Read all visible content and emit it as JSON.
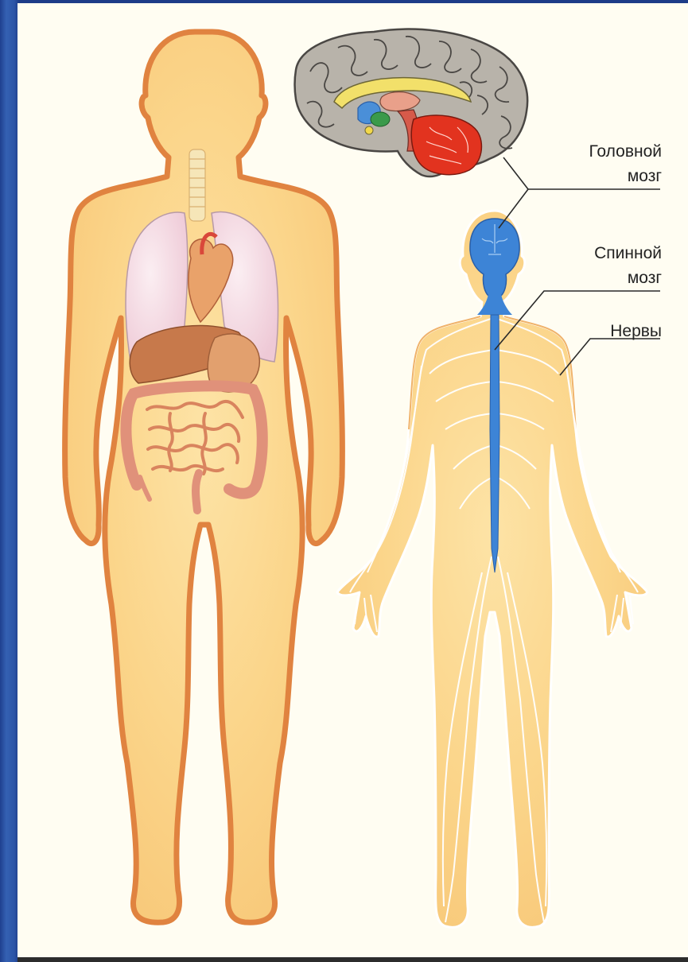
{
  "labels": {
    "brain_line1": "Головной",
    "brain_line2": "мозг",
    "spinal_line1": "Спинной",
    "spinal_line2": "мозг",
    "nerves": "Нервы"
  },
  "colors": {
    "body_fill": "#fbd98c",
    "body_outline": "#e0813f",
    "nervous_system": "#3d84d6",
    "cerebellum": "#e2331f",
    "brain_cortex": "#b9b5ac",
    "lungs": "#f3d6df",
    "liver": "#c87a4a",
    "intestines": "#f0a58a"
  }
}
